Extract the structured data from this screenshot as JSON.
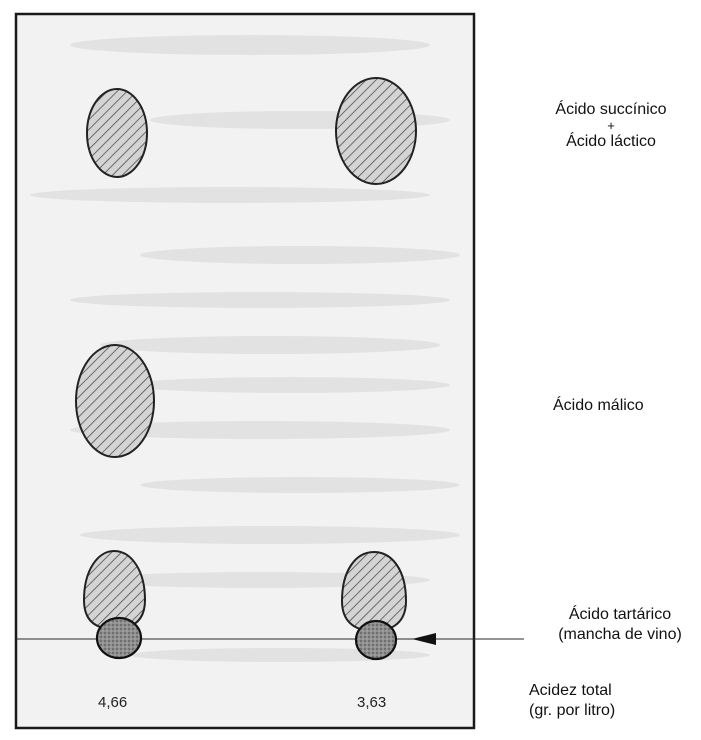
{
  "labels": {
    "succinic": "Ácido succínico",
    "plus": "+",
    "lactic": "Ácido láctico",
    "malic": "Ácido málico",
    "tartaric": "Ácido tartárico",
    "wine_spot": "(mancha de vino)",
    "total_acidity": "Acidez total",
    "units": "(gr. por litro)"
  },
  "samples": [
    {
      "total_acidity": "4,66"
    },
    {
      "total_acidity": "3,63"
    }
  ],
  "colors": {
    "frame": "#1a1a1a",
    "paper": "#f3f3f3",
    "spot_fill": "#cfcfcf",
    "hatch": "#555555",
    "origin_spot": "#8a8a8a"
  }
}
